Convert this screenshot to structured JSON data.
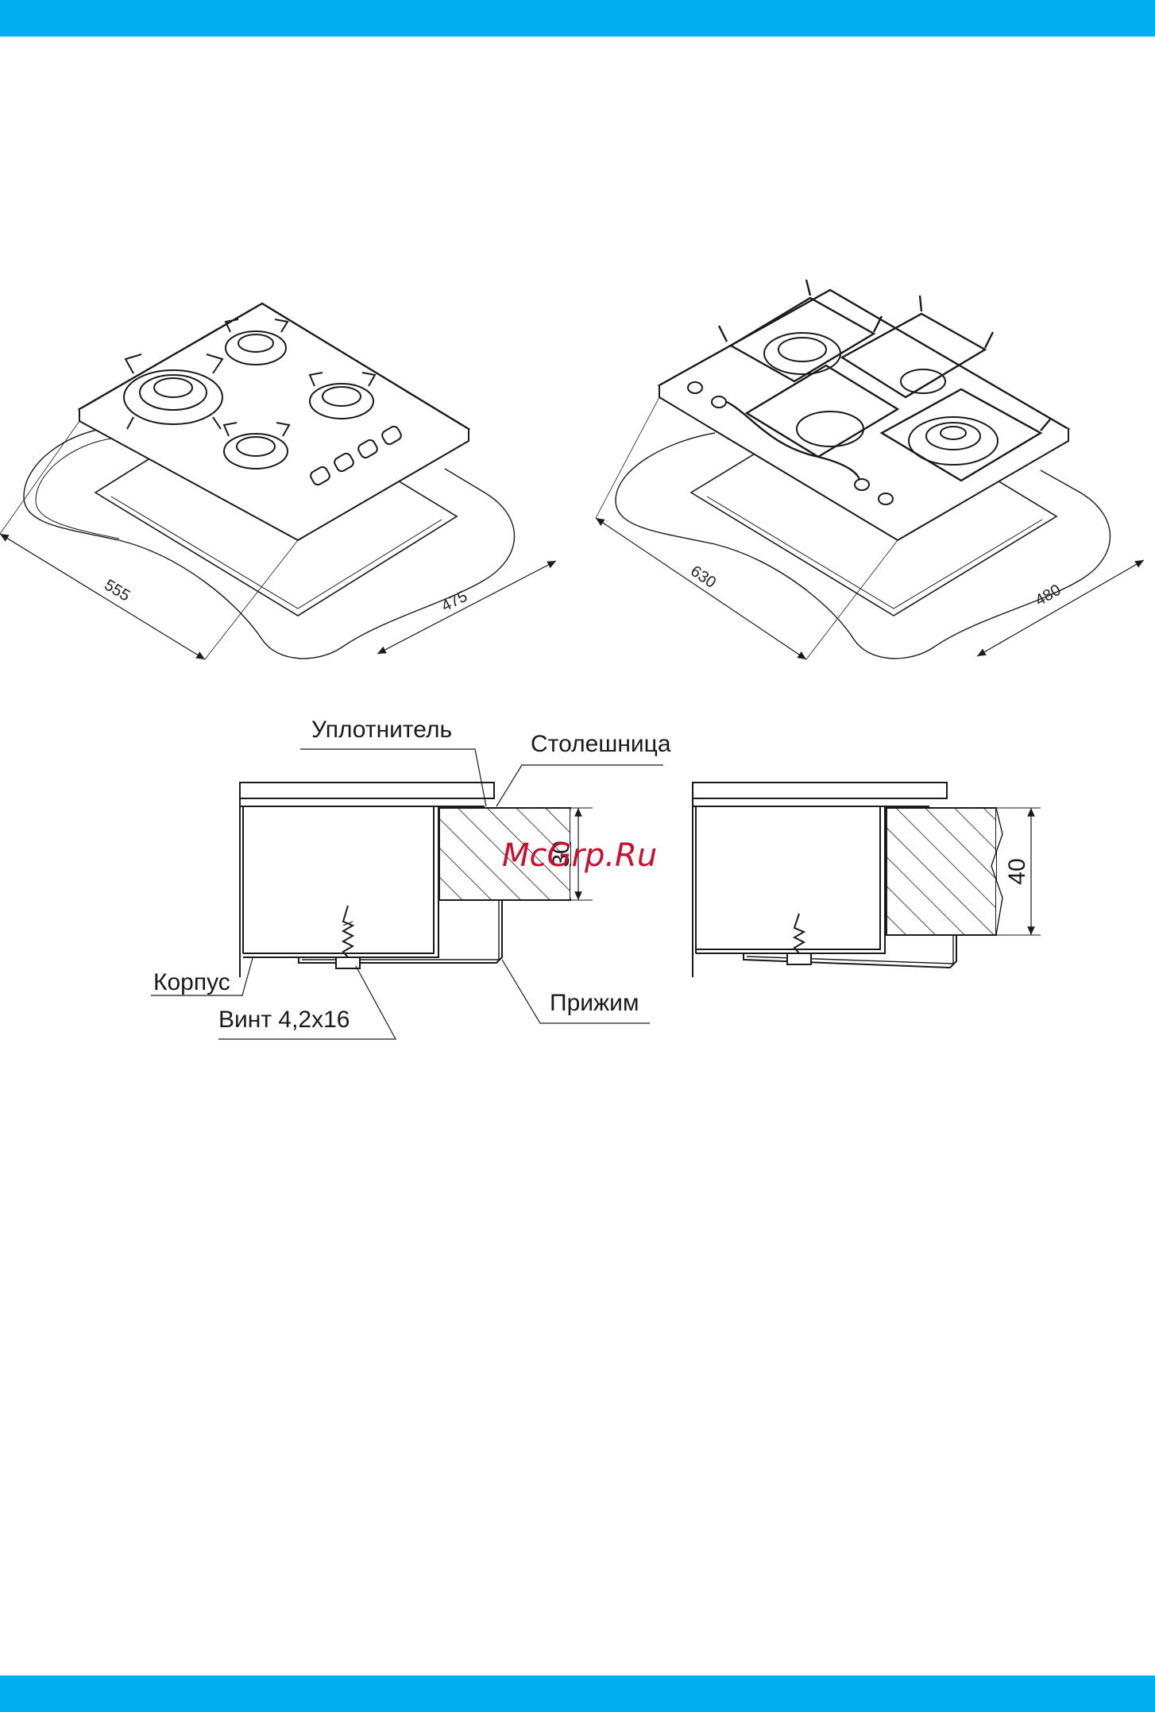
{
  "colors": {
    "band": "#00adef",
    "line": "#1a1a1a",
    "watermark": "#c8102e"
  },
  "hob_left": {
    "width_label": "555",
    "depth_label": "475"
  },
  "hob_right": {
    "width_label": "630",
    "depth_label": "480"
  },
  "section": {
    "seal": "Уплотнитель",
    "countertop": "Столешница",
    "body": "Корпус",
    "screw": "Винт 4,2x16",
    "clamp": "Прижим",
    "thickness_left": "30",
    "thickness_right": "40"
  },
  "watermark": "McGrp.Ru"
}
